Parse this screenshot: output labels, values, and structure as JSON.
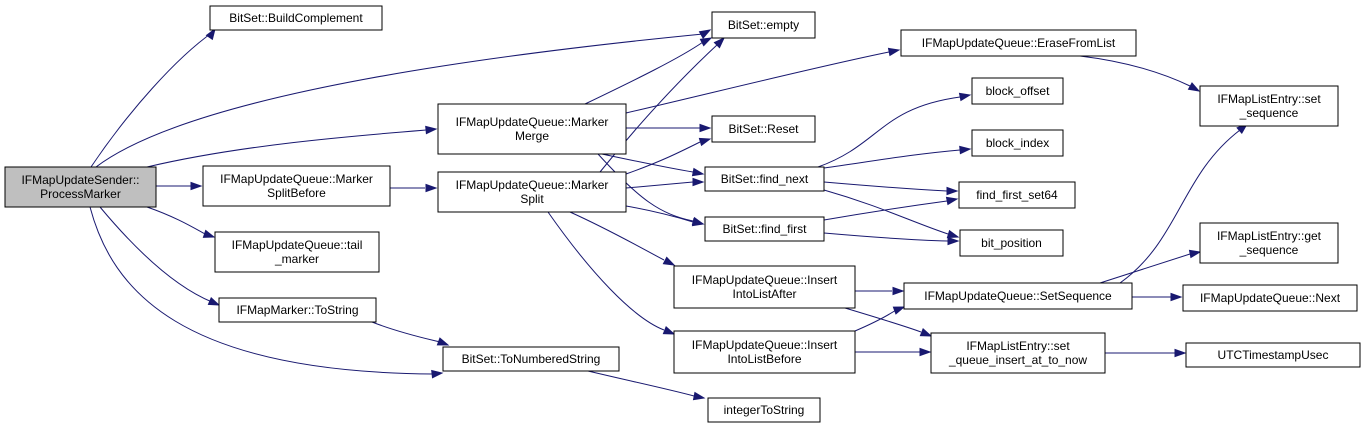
{
  "graph": {
    "colors": {
      "edge": "#191970",
      "root_fill": "#bfbfbf",
      "node_fill": "#ffffff",
      "border": "#000000"
    },
    "nodes": [
      {
        "id": "process_marker",
        "lines": [
          "IFMapUpdateSender::",
          "ProcessMarker"
        ],
        "root": true
      },
      {
        "id": "build_complement",
        "lines": [
          "BitSet::BuildComplement"
        ]
      },
      {
        "id": "marker_merge",
        "lines": [
          "IFMapUpdateQueue::Marker",
          "Merge"
        ]
      },
      {
        "id": "marker_split_before",
        "lines": [
          "IFMapUpdateQueue::Marker",
          "SplitBefore"
        ]
      },
      {
        "id": "tail_marker",
        "lines": [
          "IFMapUpdateQueue::tail",
          "_marker"
        ]
      },
      {
        "id": "marker_to_string",
        "lines": [
          "IFMapMarker::ToString"
        ]
      },
      {
        "id": "to_numbered_string",
        "lines": [
          "BitSet::ToNumberedString"
        ]
      },
      {
        "id": "empty",
        "lines": [
          "BitSet::empty"
        ]
      },
      {
        "id": "reset",
        "lines": [
          "BitSet::Reset"
        ]
      },
      {
        "id": "marker_split",
        "lines": [
          "IFMapUpdateQueue::Marker",
          "Split"
        ]
      },
      {
        "id": "find_next",
        "lines": [
          "BitSet::find_next"
        ]
      },
      {
        "id": "find_first",
        "lines": [
          "BitSet::find_first"
        ]
      },
      {
        "id": "insert_after",
        "lines": [
          "IFMapUpdateQueue::Insert",
          "IntoListAfter"
        ]
      },
      {
        "id": "insert_before",
        "lines": [
          "IFMapUpdateQueue::Insert",
          "IntoListBefore"
        ]
      },
      {
        "id": "integer_to_string",
        "lines": [
          "integerToString"
        ]
      },
      {
        "id": "erase_from_list",
        "lines": [
          "IFMapUpdateQueue::EraseFromList"
        ]
      },
      {
        "id": "block_offset",
        "lines": [
          "block_offset"
        ]
      },
      {
        "id": "block_index",
        "lines": [
          "block_index"
        ]
      },
      {
        "id": "find_first_set64",
        "lines": [
          "find_first_set64"
        ]
      },
      {
        "id": "bit_position",
        "lines": [
          "bit_position"
        ]
      },
      {
        "id": "set_sequence",
        "lines": [
          "IFMapUpdateQueue::SetSequence"
        ]
      },
      {
        "id": "set_queue_insert",
        "lines": [
          "IFMapListEntry::set",
          "_queue_insert_at_to_now"
        ]
      },
      {
        "id": "entry_set_sequence",
        "lines": [
          "IFMapListEntry::set",
          "_sequence"
        ]
      },
      {
        "id": "entry_get_sequence",
        "lines": [
          "IFMapListEntry::get",
          "_sequence"
        ]
      },
      {
        "id": "queue_next",
        "lines": [
          "IFMapUpdateQueue::Next"
        ]
      },
      {
        "id": "utc_timestamp",
        "lines": [
          "UTCTimestampUsec"
        ]
      }
    ],
    "edges": [
      [
        "process_marker",
        "build_complement"
      ],
      [
        "process_marker",
        "empty"
      ],
      [
        "process_marker",
        "marker_merge"
      ],
      [
        "process_marker",
        "marker_split_before"
      ],
      [
        "process_marker",
        "tail_marker"
      ],
      [
        "process_marker",
        "marker_to_string"
      ],
      [
        "process_marker",
        "to_numbered_string"
      ],
      [
        "marker_merge",
        "empty"
      ],
      [
        "marker_merge",
        "reset"
      ],
      [
        "marker_merge",
        "find_next"
      ],
      [
        "marker_merge",
        "find_first"
      ],
      [
        "marker_merge",
        "erase_from_list"
      ],
      [
        "marker_split_before",
        "marker_split"
      ],
      [
        "marker_split",
        "empty"
      ],
      [
        "marker_split",
        "reset"
      ],
      [
        "marker_split",
        "find_next"
      ],
      [
        "marker_split",
        "find_first"
      ],
      [
        "marker_split",
        "insert_after"
      ],
      [
        "marker_split",
        "insert_before"
      ],
      [
        "marker_to_string",
        "to_numbered_string"
      ],
      [
        "to_numbered_string",
        "integer_to_string"
      ],
      [
        "find_next",
        "block_offset"
      ],
      [
        "find_next",
        "block_index"
      ],
      [
        "find_next",
        "find_first_set64"
      ],
      [
        "find_next",
        "bit_position"
      ],
      [
        "find_first",
        "find_first_set64"
      ],
      [
        "find_first",
        "bit_position"
      ],
      [
        "insert_after",
        "set_sequence"
      ],
      [
        "insert_after",
        "set_queue_insert"
      ],
      [
        "insert_before",
        "set_sequence"
      ],
      [
        "insert_before",
        "set_queue_insert"
      ],
      [
        "erase_from_list",
        "entry_set_sequence"
      ],
      [
        "set_sequence",
        "entry_set_sequence"
      ],
      [
        "set_sequence",
        "entry_get_sequence"
      ],
      [
        "set_sequence",
        "queue_next"
      ],
      [
        "set_queue_insert",
        "utc_timestamp"
      ]
    ]
  }
}
